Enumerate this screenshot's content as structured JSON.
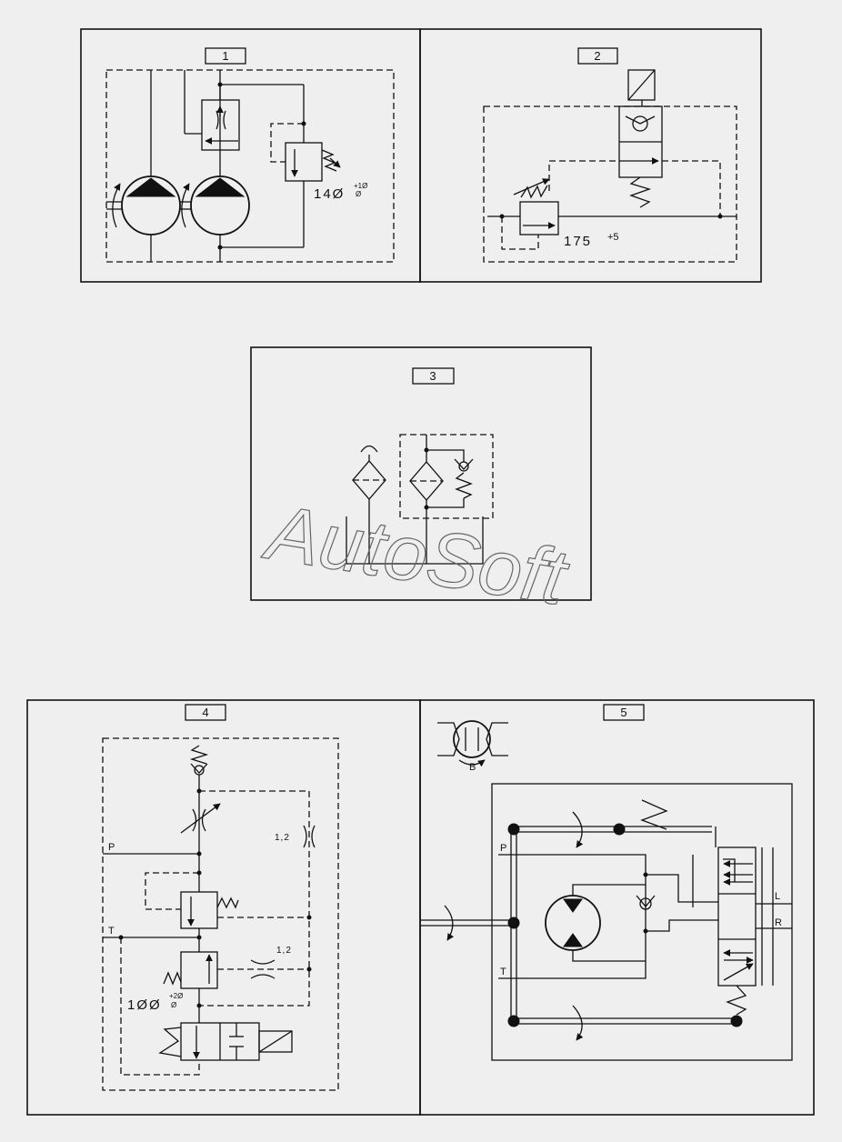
{
  "watermark": "AutoSoft",
  "panels": [
    {
      "id": "panel-1",
      "label": "1",
      "values": [
        {
          "main": "14Ø",
          "tol_upper": "+1Ø",
          "tol_lower": "Ø"
        }
      ]
    },
    {
      "id": "panel-2",
      "label": "2",
      "values": [
        {
          "main": "175",
          "tol_upper": "+5"
        }
      ]
    },
    {
      "id": "panel-3",
      "label": "3"
    },
    {
      "id": "panel-4",
      "label": "4",
      "ports": [
        "P",
        "T"
      ],
      "orifices": [
        "1,2",
        "1,2"
      ],
      "values": [
        {
          "main": "1ØØ",
          "tol_upper": "+2Ø",
          "tol_lower": "Ø"
        }
      ]
    },
    {
      "id": "panel-5",
      "label": "5",
      "ports": [
        "P",
        "T",
        "L",
        "R"
      ],
      "motor_label": "B"
    }
  ]
}
